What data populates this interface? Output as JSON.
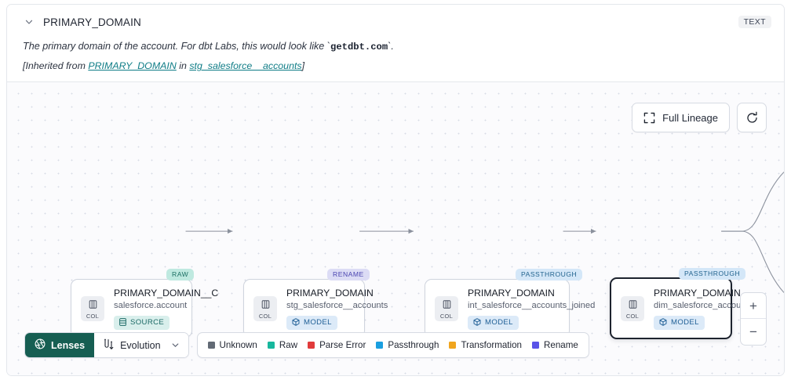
{
  "header": {
    "collapse_icon": "chevron-down-icon",
    "column_name": "PRIMARY_DOMAIN",
    "type_badge": "TEXT",
    "description_pre": "The primary domain of the account. For dbt Labs, this would look like `",
    "description_code": "getdbt.com",
    "description_post": "`.",
    "inherit_prefix": "[Inherited from ",
    "inherit_link_column": "PRIMARY_DOMAIN",
    "inherit_middle": " in ",
    "inherit_link_model": "stg_salesforce__accounts",
    "inherit_suffix": "]",
    "link_color": "#0e7c86"
  },
  "toolbar": {
    "full_lineage_label": "Full Lineage",
    "full_lineage_icon": "expand-icon",
    "refresh_icon": "refresh-icon"
  },
  "zoom_controls": {
    "zoom_in": "+",
    "zoom_out": "−"
  },
  "graph": {
    "nodes": [
      {
        "pill": "RAW",
        "pill_style": "raw",
        "kind_icon": "column-icon",
        "kind_label": "COL",
        "column": "PRIMARY_DOMAIN__C",
        "source": "salesforce.account",
        "tag": "SOURCE",
        "tag_icon": "database-icon",
        "tag_style": "source",
        "selected": false
      },
      {
        "pill": "RENAME",
        "pill_style": "rename",
        "kind_icon": "column-icon",
        "kind_label": "COL",
        "column": "PRIMARY_DOMAIN",
        "source": "stg_salesforce__accounts",
        "tag": "MODEL",
        "tag_icon": "cube-icon",
        "tag_style": "model",
        "selected": false
      },
      {
        "pill": "PASSTHROUGH",
        "pill_style": "pass",
        "kind_icon": "column-icon",
        "kind_label": "COL",
        "column": "PRIMARY_DOMAIN",
        "source": "int_salesforce__accounts_joined",
        "tag": "MODEL",
        "tag_icon": "cube-icon",
        "tag_style": "model",
        "selected": false
      },
      {
        "pill": "PASSTHROUGH",
        "pill_style": "pass",
        "kind_icon": "column-icon",
        "kind_label": "COL",
        "column": "PRIMARY_DOMAIN",
        "source": "dim_salesforce_accounts",
        "tag": "MODEL",
        "tag_icon": "cube-icon",
        "tag_style": "model",
        "selected": true
      }
    ]
  },
  "bottombar": {
    "lenses_label": "Lenses",
    "lenses_icon": "aperture-icon",
    "evolution_label": "Evolution",
    "evolution_icon": "flow-icon",
    "evolution_chevron": "chevron-down-icon",
    "legend": [
      {
        "label": "Unknown",
        "color": "#626a75"
      },
      {
        "label": "Raw",
        "color": "#17b79d"
      },
      {
        "label": "Parse Error",
        "color": "#e13b3b"
      },
      {
        "label": "Passthrough",
        "color": "#1a9fe0"
      },
      {
        "label": "Transformation",
        "color": "#f0a51e"
      },
      {
        "label": "Rename",
        "color": "#5a53e8"
      }
    ]
  }
}
